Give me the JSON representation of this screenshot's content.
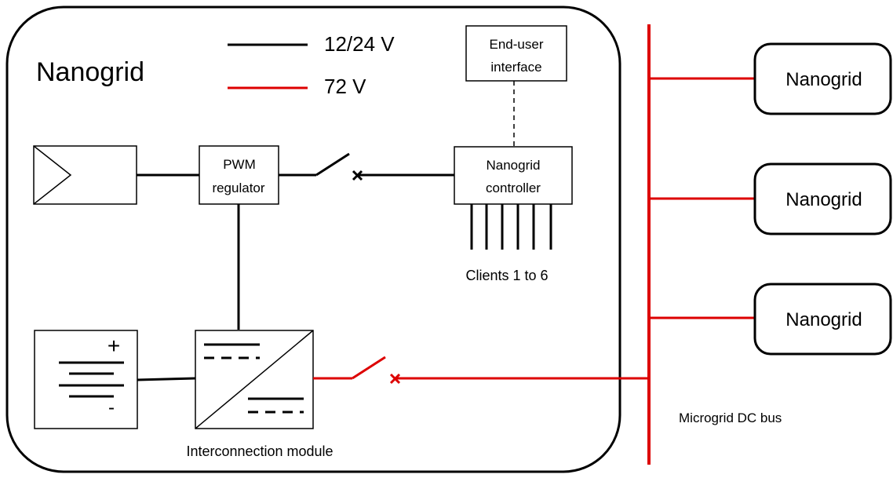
{
  "nanogrid": {
    "title": "Nanogrid"
  },
  "legend": {
    "low_voltage": {
      "label": "12/24 V",
      "color": "#000000"
    },
    "high_voltage": {
      "label": "72 V",
      "color": "#dd0000"
    }
  },
  "blocks": {
    "end_user_interface": {
      "line1": "End-user",
      "line2": "interface"
    },
    "pwm_regulator": {
      "line1": "PWM",
      "line2": "regulator"
    },
    "nanogrid_controller": {
      "line1": "Nanogrid",
      "line2": "controller"
    },
    "battery": {
      "plus": "+",
      "minus": "-"
    }
  },
  "labels": {
    "clients": "Clients 1 to 6",
    "interconnection_module": "Interconnection module",
    "microgrid_bus": "Microgrid DC bus"
  },
  "external_nanogrids": [
    {
      "label": "Nanogrid"
    },
    {
      "label": "Nanogrid"
    },
    {
      "label": "Nanogrid"
    }
  ]
}
